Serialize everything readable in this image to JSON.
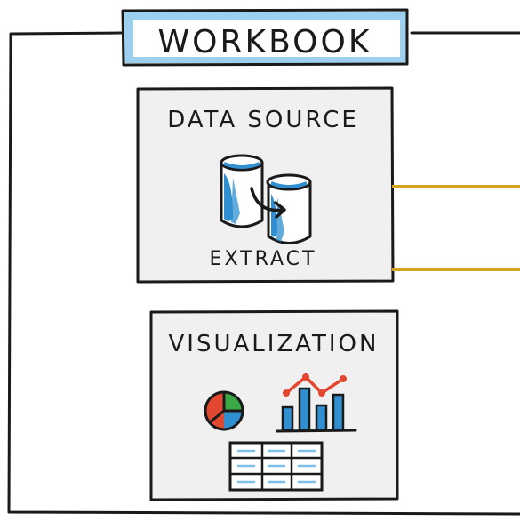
{
  "workbook": {
    "title": "WORKBOOK"
  },
  "data_source": {
    "title": "DATA SOURCE",
    "extract_label": "EXTRACT"
  },
  "visualization": {
    "title": "VISUALIZATION"
  },
  "colors": {
    "outline": "#1a1a1a",
    "panel_fill": "#f0f0f0",
    "title_tab_blue": "#9dd0ee",
    "cylinder_blue": "#2f8fd0",
    "connector_gold": "#d6a21e",
    "pie_green": "#3aa845",
    "pie_red": "#e2472f",
    "pie_blue": "#2f8fd0",
    "trend_red": "#e2472f",
    "bar_blue": "#2f8fd0",
    "table_blue": "#7fc0ea"
  },
  "icons": [
    "database-cylinder-icon",
    "arrow-icon",
    "pie-chart-icon",
    "bar-chart-icon",
    "trend-line-icon",
    "table-grid-icon"
  ]
}
